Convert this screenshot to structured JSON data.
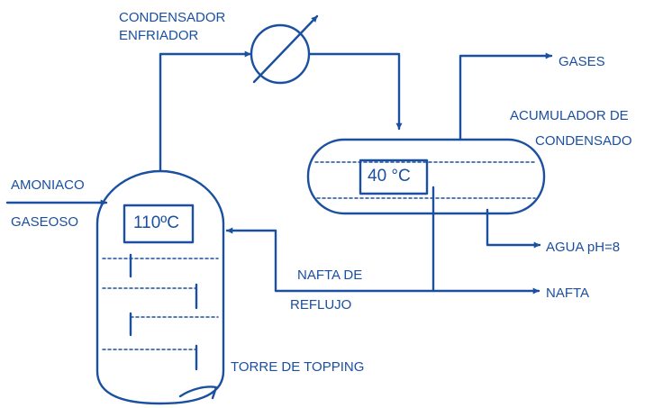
{
  "diagram": {
    "colors": {
      "ink": "#1b4fa0",
      "background": "#ffffff"
    },
    "labels": {
      "condenser_line1": "CONDENSADOR",
      "condenser_line2": "ENFRIADOR",
      "gases": "GASES",
      "accumulator_line1": "ACUMULADOR DE",
      "accumulator_line2": "CONDENSADO",
      "ammonia_line1": "AMONIACO",
      "ammonia_line2": "GASEOSO",
      "accumulator_temp": "40 °C",
      "tower_temp": "110ºC",
      "water": "AGUA pH=8",
      "reflux_line1": "NAFTA DE",
      "reflux_line2": "REFLUJO",
      "naphtha": "NAFTA",
      "tower": "TORRE DE TOPPING"
    },
    "icons": [
      "heat-exchanger-icon",
      "arrowhead-icon"
    ]
  }
}
